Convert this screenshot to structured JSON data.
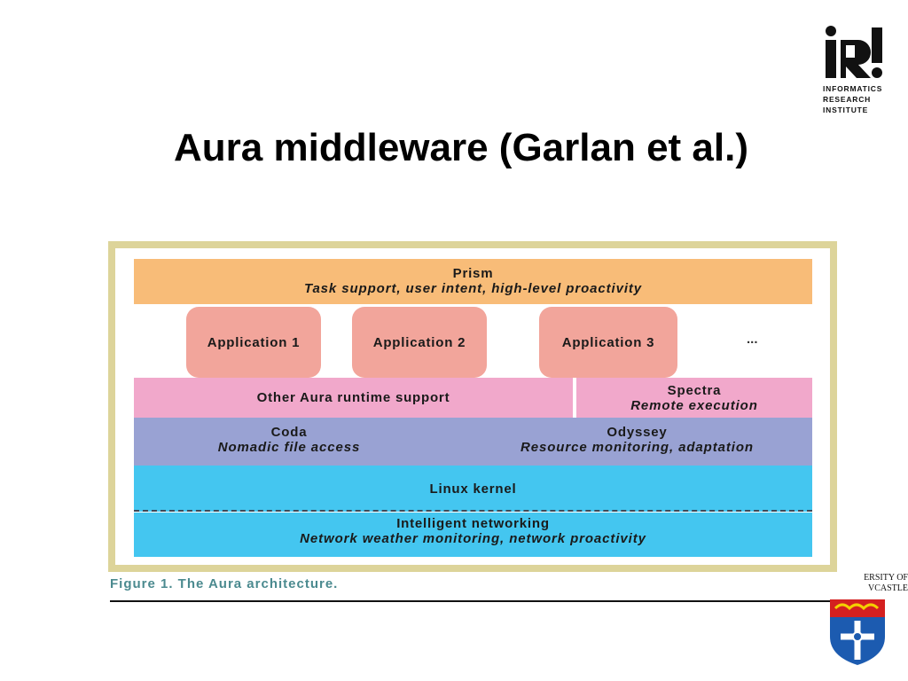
{
  "slide": {
    "title": "Aura middleware (Garlan et al.)"
  },
  "logo_iri": {
    "mark": "iRi",
    "lines": [
      "INFORMATICS",
      "RESEARCH",
      "INSTITUTE"
    ]
  },
  "figure": {
    "prism": {
      "title": "Prism",
      "subtitle": "Task support, user intent, high-level proactivity"
    },
    "applications": [
      "Application 1",
      "Application 2",
      "Application 3"
    ],
    "ellipsis": "...",
    "runtime": "Other Aura runtime support",
    "spectra": {
      "title": "Spectra",
      "subtitle": "Remote execution"
    },
    "coda": {
      "title": "Coda",
      "subtitle": "Nomadic file access"
    },
    "odyssey": {
      "title": "Odyssey",
      "subtitle": "Resource monitoring, adaptation"
    },
    "linux": "Linux kernel",
    "networking": {
      "title": "Intelligent networking",
      "subtitle": "Network weather monitoring, network proactivity"
    },
    "caption": "Figure 1. The Aura architecture."
  },
  "university": {
    "lines": [
      "ERSITY OF",
      "VCASTLE"
    ]
  },
  "colors": {
    "prism": "#f8bc78",
    "application": "#f2a59b",
    "runtime": "#f1a8cb",
    "coda_odyssey": "#99a2d3",
    "linux_network": "#44c6f0",
    "frame": "#ddd49a",
    "caption": "#4b8a8f"
  }
}
